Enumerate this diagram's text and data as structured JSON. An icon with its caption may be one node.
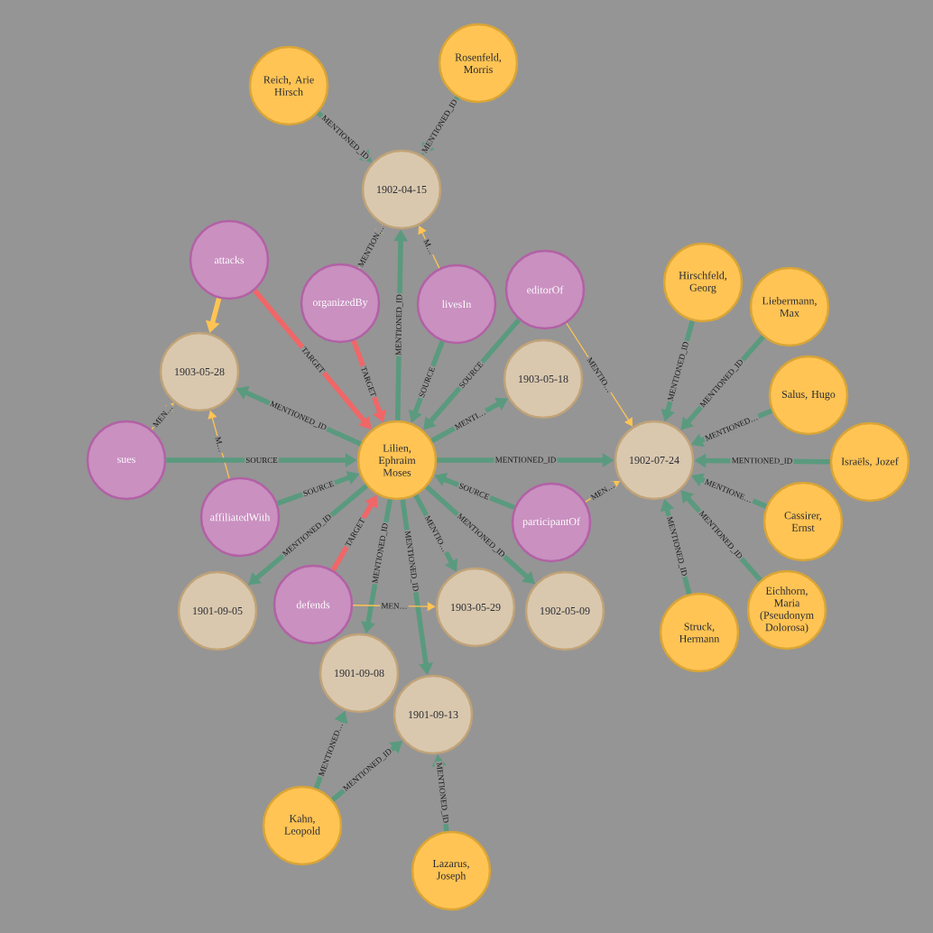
{
  "diagram": {
    "nodes": [
      {
        "text": [
          "Reich, Arie Hirsch"
        ]
      },
      {
        "text": [
          "Rosenfeld, Morris"
        ]
      },
      {
        "text": [
          "1902-04-15"
        ]
      },
      {
        "text": [
          "1903-05-28"
        ]
      },
      {
        "text": [
          "livesIn"
        ]
      },
      {
        "text": [
          "Hirschfeld, Georg"
        ]
      },
      {
        "text": [
          "Liebermann, Max"
        ]
      },
      {
        "text": [
          "attacks"
        ]
      },
      {
        "text": [
          "editorOf"
        ]
      },
      {
        "text": [
          "organizedBy"
        ]
      },
      {
        "text": [
          "sues"
        ]
      },
      {
        "text": [
          "Salus, Hugo"
        ]
      },
      {
        "text": [
          "affiliatedWith"
        ]
      },
      {
        "text": [
          "Lilien, Ephraim Moses"
        ]
      },
      {
        "text": [
          "1903-05-18"
        ]
      },
      {
        "text": [
          "1902-07-24"
        ]
      },
      {
        "text": [
          "Israëls, Jozef"
        ]
      },
      {
        "text": [
          "1901-09-05"
        ]
      },
      {
        "text": [
          "Cassirer, Ernst"
        ]
      },
      {
        "text": [
          "defends"
        ]
      },
      {
        "text": [
          "participantOf"
        ]
      },
      {
        "text": [
          "1903-05-29"
        ]
      },
      {
        "text": [
          "Eichhorn, Maria (Pseudonym Dolorosa)"
        ]
      },
      {
        "text": [
          "1902-05-09"
        ]
      },
      {
        "text": [
          "Struck, Hermann"
        ]
      },
      {
        "text": [
          "1901-09-08"
        ]
      },
      {
        "text": [
          "1901-09-13"
        ]
      },
      {
        "text": [
          "Kahn, Leopold"
        ]
      },
      {
        "text": [
          "Lazarus, Joseph"
        ]
      }
    ],
    "edges": [
      {
        "from": 0,
        "to": 2,
        "arrow": "to",
        "label": "MENTIONED_ID"
      },
      {
        "from": 1,
        "to": 2,
        "arrow": "to",
        "label": "MENTIONED_ID"
      },
      {
        "from": 13,
        "to": 2,
        "arrow": "to",
        "label": "MENTIONED_ID"
      },
      {
        "from": 4,
        "to": 2,
        "arrow": "to",
        "label": "M…",
        "color": "#ffc454"
      },
      {
        "from": 9,
        "to": 2,
        "arrow": "to",
        "label": "MENTION…",
        "color": "#ffc454"
      },
      {
        "from": 13,
        "to": 3,
        "arrow": "to",
        "label": "MENTIONED_ID"
      },
      {
        "from": 7,
        "to": 3,
        "arrow": "to",
        "color": "#ffc454"
      },
      {
        "from": 10,
        "to": 3,
        "arrow": "to",
        "label": "MEN…",
        "color": "#ffc454"
      },
      {
        "from": 12,
        "to": 3,
        "arrow": "to",
        "label": "M…",
        "color": "#ffc454"
      },
      {
        "from": 7,
        "to": 13,
        "arrow": "to",
        "label": "TARGET",
        "color": "#f16667"
      },
      {
        "from": 9,
        "to": 13,
        "arrow": "to",
        "label": "TARGET",
        "color": "#f16667"
      },
      {
        "from": 19,
        "to": 13,
        "arrow": "to",
        "label": "TARGET",
        "color": "#f16667"
      },
      {
        "from": 10,
        "to": 13,
        "arrow": "to",
        "label": "SOURCE"
      },
      {
        "from": 12,
        "to": 13,
        "arrow": "to",
        "label": "SOURCE"
      },
      {
        "from": 4,
        "to": 13,
        "arrow": "to",
        "label": "SOURCE"
      },
      {
        "from": 8,
        "to": 13,
        "arrow": "to",
        "label": "SOURCE"
      },
      {
        "from": 20,
        "to": 13,
        "arrow": "to",
        "label": "SOURCE"
      },
      {
        "from": 13,
        "to": 17,
        "arrow": "to",
        "label": "MENTIONED_ID"
      },
      {
        "from": 13,
        "to": 25,
        "arrow": "to",
        "label": "MENTIONED_ID"
      },
      {
        "from": 13,
        "to": 21,
        "arrow": "to",
        "label": "MENTIO…"
      },
      {
        "from": 13,
        "to": 26,
        "arrow": "to",
        "label": "MENTIONED_ID"
      },
      {
        "from": 13,
        "to": 23,
        "arrow": "to",
        "label": "MENTIONED_ID"
      },
      {
        "from": 13,
        "to": 14,
        "arrow": "to",
        "label": "MENTI…"
      },
      {
        "from": 13,
        "to": 15,
        "arrow": "to",
        "label": "MENTIONED_ID"
      },
      {
        "from": 8,
        "to": 15,
        "arrow": "to",
        "label": "MENTIO…",
        "color": "#ffc454"
      },
      {
        "from": 20,
        "to": 15,
        "arrow": "to",
        "label": "MEN…",
        "color": "#ffc454"
      },
      {
        "from": 5,
        "to": 15,
        "arrow": "to",
        "label": "MENTIONED_ID"
      },
      {
        "from": 6,
        "to": 15,
        "arrow": "to",
        "label": "MENTIONED_ID"
      },
      {
        "from": 11,
        "to": 15,
        "arrow": "to",
        "label": "MENTIONED…"
      },
      {
        "from": 16,
        "to": 15,
        "arrow": "to",
        "label": "MENTIONED_ID"
      },
      {
        "from": 18,
        "to": 15,
        "arrow": "to",
        "label": "MENTIONE…"
      },
      {
        "from": 22,
        "to": 15,
        "arrow": "to",
        "label": "MENTIONED_ID"
      },
      {
        "from": 24,
        "to": 15,
        "arrow": "to",
        "label": "MENTIONED_ID"
      },
      {
        "from": 19,
        "to": 21,
        "arrow": "to",
        "label": "MEN…",
        "color": "#ffc454"
      },
      {
        "from": 27,
        "to": 25,
        "arrow": "to",
        "label": "MENTIONED…"
      },
      {
        "from": 27,
        "to": 26,
        "arrow": "to",
        "label": "MENTIONED_ID"
      },
      {
        "from": 28,
        "to": 26,
        "arrow": "to",
        "label": "MENTIONED_ID"
      }
    ]
  }
}
